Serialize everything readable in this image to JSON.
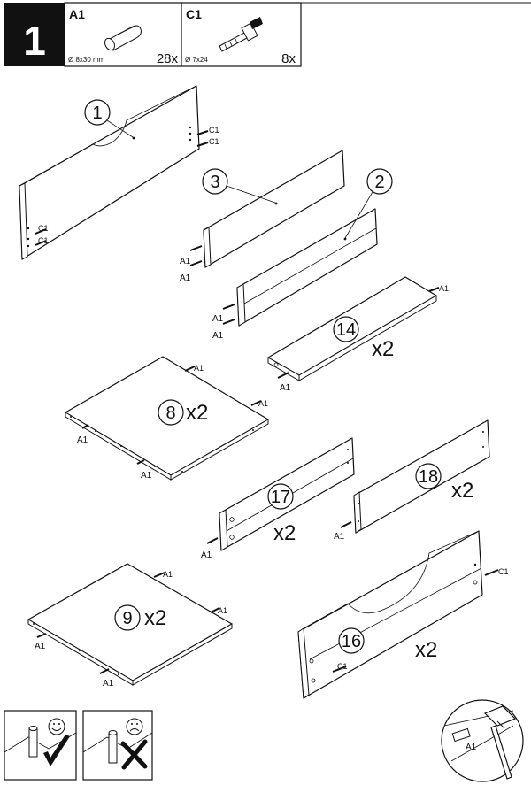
{
  "step": {
    "number": "1"
  },
  "hardware": [
    {
      "code": "A1",
      "spec": "Ø 8x30 mm",
      "qty": "28x",
      "icon": "dowel-icon"
    },
    {
      "code": "C1",
      "spec": "Ø 7x24",
      "qty": "8x",
      "icon": "cam-bolt-icon"
    }
  ],
  "parts": {
    "p1": {
      "num": "1"
    },
    "p2": {
      "num": "2"
    },
    "p3": {
      "num": "3"
    },
    "p14": {
      "num": "14",
      "qty": "x2"
    },
    "p8": {
      "num": "8",
      "qty": "x2"
    },
    "p17": {
      "num": "17",
      "qty": "x2"
    },
    "p18": {
      "num": "18",
      "qty": "x2"
    },
    "p9": {
      "num": "9",
      "qty": "x2"
    },
    "p16": {
      "num": "16",
      "qty": "x2"
    }
  },
  "fittings": {
    "a1": "A1",
    "c1": "C1"
  },
  "tips": {
    "correct": {
      "icon": "checkmark-icon",
      "face": "smiley-icon"
    },
    "wrong": {
      "icon": "cross-icon",
      "face": "sad-face-icon"
    },
    "hammer_label": "A1"
  }
}
